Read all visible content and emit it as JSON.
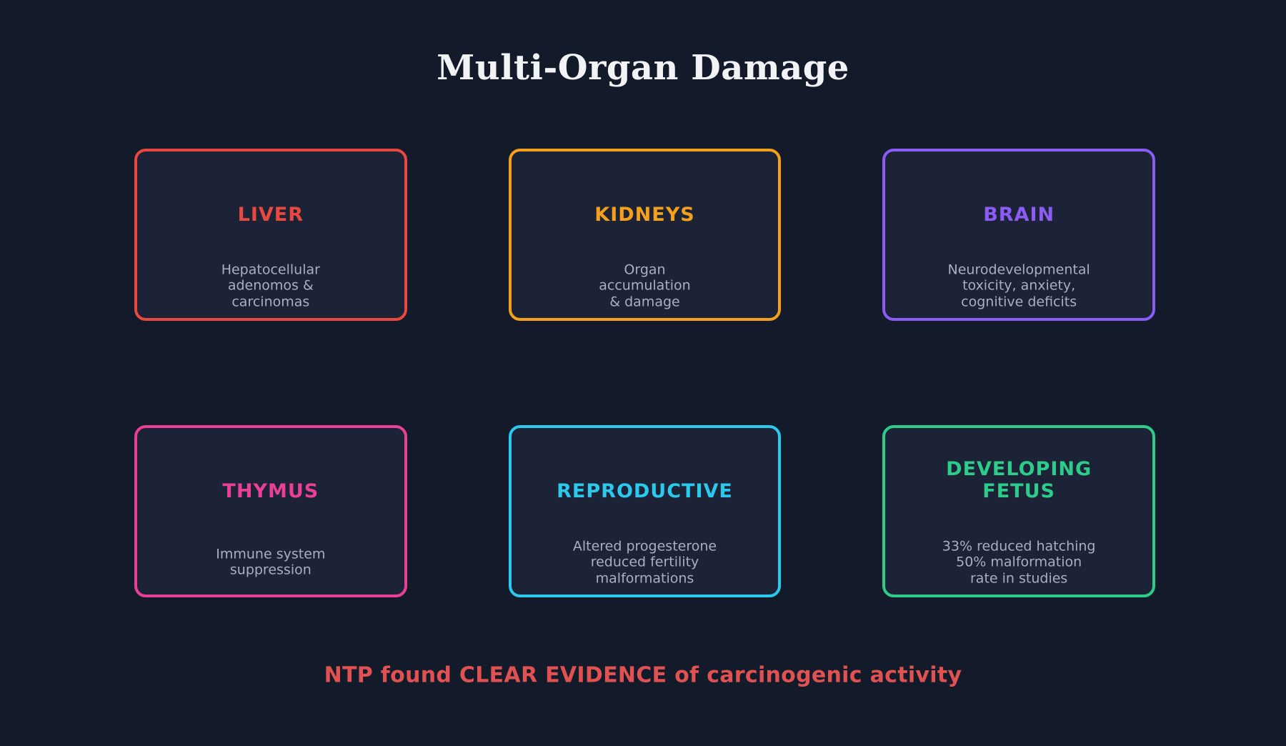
{
  "page": {
    "title": "Multi-Organ Damage",
    "footer": "NTP found CLEAR EVIDENCE of carcinogenic activity",
    "colors": {
      "background": "#131a2a",
      "card_background": "#1c2336",
      "title_text": "#f2f3f5",
      "body_text": "#a6b0c2",
      "footer_text": "#e05151"
    }
  },
  "cards": [
    {
      "id": "liver",
      "title": "LIVER",
      "body": "Hepatocellular\nadenomos &\ncarcinomas",
      "accent": "#e8483f"
    },
    {
      "id": "kidneys",
      "title": "KIDNEYS",
      "body": "Organ\naccumulation\n& damage",
      "accent": "#f4a01b"
    },
    {
      "id": "brain",
      "title": "BRAIN",
      "body": "Neurodevelopmental\ntoxicity, anxiety,\ncognitive deficits",
      "accent": "#8a5cf5"
    },
    {
      "id": "thymus",
      "title": "THYMUS",
      "body": "Immune system\nsuppression",
      "accent": "#ea3f96"
    },
    {
      "id": "reproductive",
      "title": "REPRODUCTIVE",
      "body": "Altered progesterone\nreduced fertility\nmalformations",
      "accent": "#2bc9ec"
    },
    {
      "id": "developing-fetus",
      "title": "DEVELOPING\nFETUS",
      "body": "33% reduced hatching\n50% malformation\nrate in studies",
      "accent": "#2ecc8b"
    }
  ]
}
